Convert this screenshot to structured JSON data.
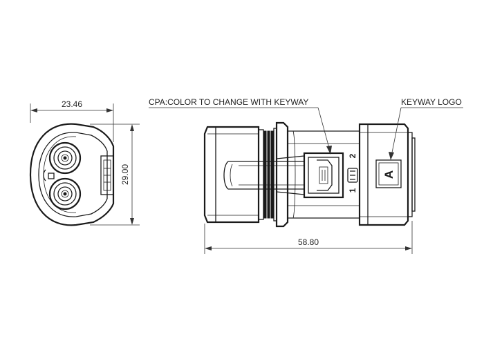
{
  "dimensions": {
    "width": "23.46",
    "height": "29.00",
    "length": "58.80"
  },
  "callouts": {
    "cpa": "CPA:COLOR TO CHANGE WITH KEYWAY",
    "keyway_logo": "KEYWAY LOGO"
  },
  "markings": {
    "pin_2": "2",
    "pin_1": "1",
    "keyway_letter": "A"
  }
}
